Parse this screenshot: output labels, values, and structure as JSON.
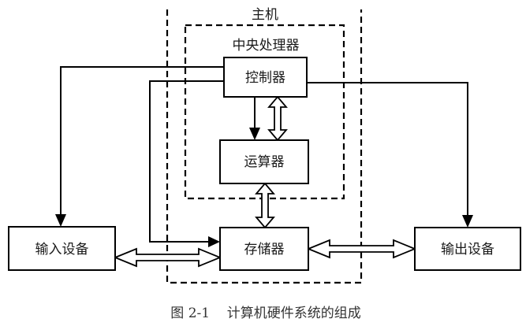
{
  "diagram": {
    "host_label": "主机",
    "cpu_label": "中央处理器",
    "components": {
      "controller": "控制器",
      "alu": "运算器",
      "memory": "存储器",
      "input": "输入设备",
      "output": "输出设备"
    },
    "connections": [
      {
        "from": "控制器",
        "to": "输入设备",
        "type": "control"
      },
      {
        "from": "控制器",
        "to": "存储器",
        "type": "control"
      },
      {
        "from": "控制器",
        "to": "输出设备",
        "type": "control"
      },
      {
        "from": "控制器",
        "to": "运算器",
        "type": "control"
      },
      {
        "from": "控制器",
        "to": "运算器",
        "type": "data-bidirectional"
      },
      {
        "from": "运算器",
        "to": "存储器",
        "type": "data-bidirectional"
      },
      {
        "from": "输入设备",
        "to": "存储器",
        "type": "data-bidirectional"
      },
      {
        "from": "存储器",
        "to": "输出设备",
        "type": "data-bidirectional"
      }
    ],
    "caption": "图 2-1    计算机硬件系统的组成"
  },
  "colors": {
    "stroke": "#000000",
    "background": "#ffffff",
    "text": "#1a1a1a"
  }
}
